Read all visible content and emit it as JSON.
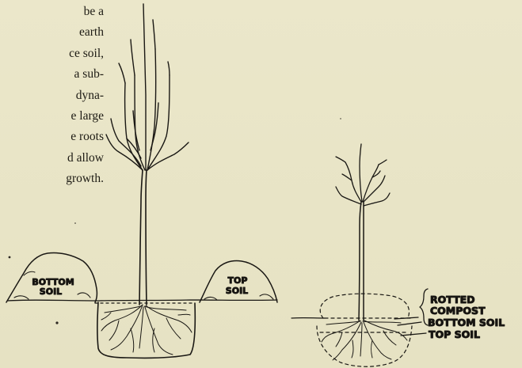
{
  "text_lines": [
    "be a",
    "earth",
    "ce soil,",
    "a sub-",
    "dyna-",
    "e large",
    "e roots",
    "d allow",
    "growth."
  ],
  "left_figure": {
    "mound_left_label": "BOTTOM SOIL",
    "mound_left_label_lines": [
      "BOTTOM",
      "SOIL"
    ],
    "mound_right_label": "TOP SOIL",
    "mound_right_label_lines": [
      "TOP",
      "SOIL"
    ]
  },
  "right_figure": {
    "labels": [
      "ROTTED COMPOST",
      "BOTTOM SOIL",
      "TOP SOIL"
    ],
    "label_lines": [
      "ROTTED",
      "COMPOST",
      "BOTTOM SOIL",
      "TOP SOIL"
    ]
  }
}
